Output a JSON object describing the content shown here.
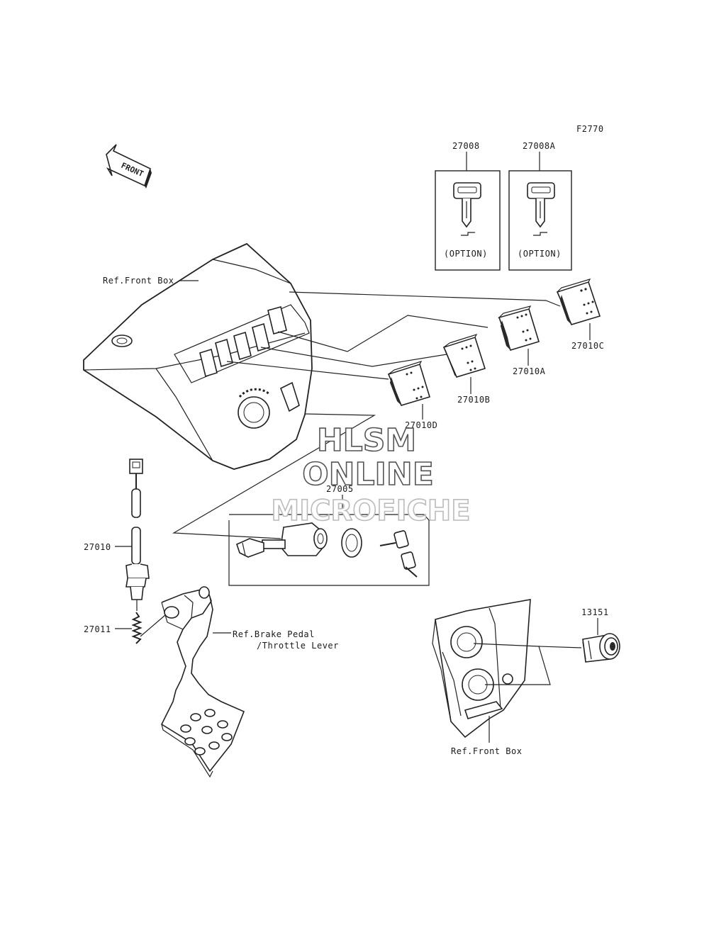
{
  "figure_code": "F2770",
  "front_indicator": "FRONT",
  "keys": [
    {
      "part_no": "27008",
      "note": "(OPTION)"
    },
    {
      "part_no": "27008A",
      "note": "(OPTION)"
    }
  ],
  "switch_labels": {
    "c": "27010C",
    "a": "27010A",
    "b": "27010B",
    "d": "27010D"
  },
  "ignition_assembly": "27005",
  "brake_switch": "27010",
  "spring": "27011",
  "socket": "13151",
  "refs": {
    "front_box_top": "Ref.Front Box",
    "front_box_bottom": "Ref.Front Box",
    "brake_line1": "Ref.Brake Pedal",
    "brake_line2": "/Throttle Lever"
  },
  "watermark": {
    "line1": "HLSM",
    "line2": "ONLINE",
    "line3": "MICROFICHE"
  }
}
